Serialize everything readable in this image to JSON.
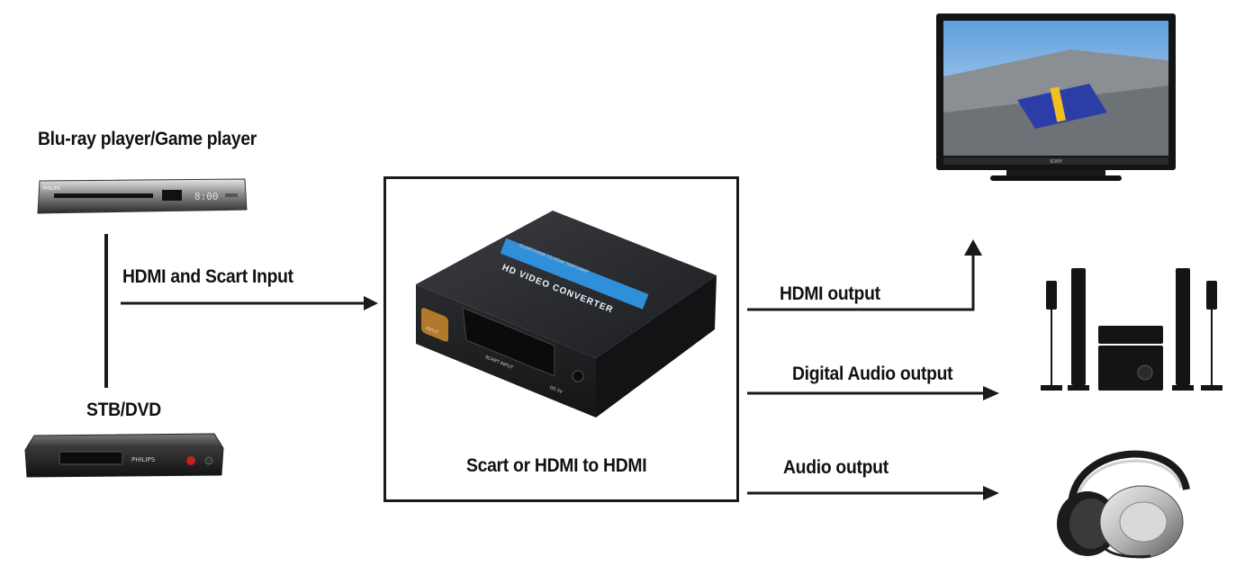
{
  "labels": {
    "bluray": "Blu-ray player/Game player",
    "stb": "STB/DVD",
    "input": "HDMI and Scart Input",
    "converter": "Scart or HDMI to HDMI",
    "hdmi_out": "HDMI output",
    "digital_out": "Digital Audio output",
    "audio_out": "Audio output"
  },
  "device": {
    "brand_stripe": "HD VIDEO CONVERTER",
    "sub_text": "SCART/HDMI TO HDMI 720P/1080P",
    "hdmi_port_label": "INPUT",
    "scart_label": "SCART INPUT",
    "dc_label": "DC 5V"
  },
  "player_brand": "PHILIPS",
  "tv_brand": "SONY",
  "colors": {
    "stripe": "#2f8fd8",
    "line": "#1a1a1a",
    "device_body": "#1e1f22"
  }
}
